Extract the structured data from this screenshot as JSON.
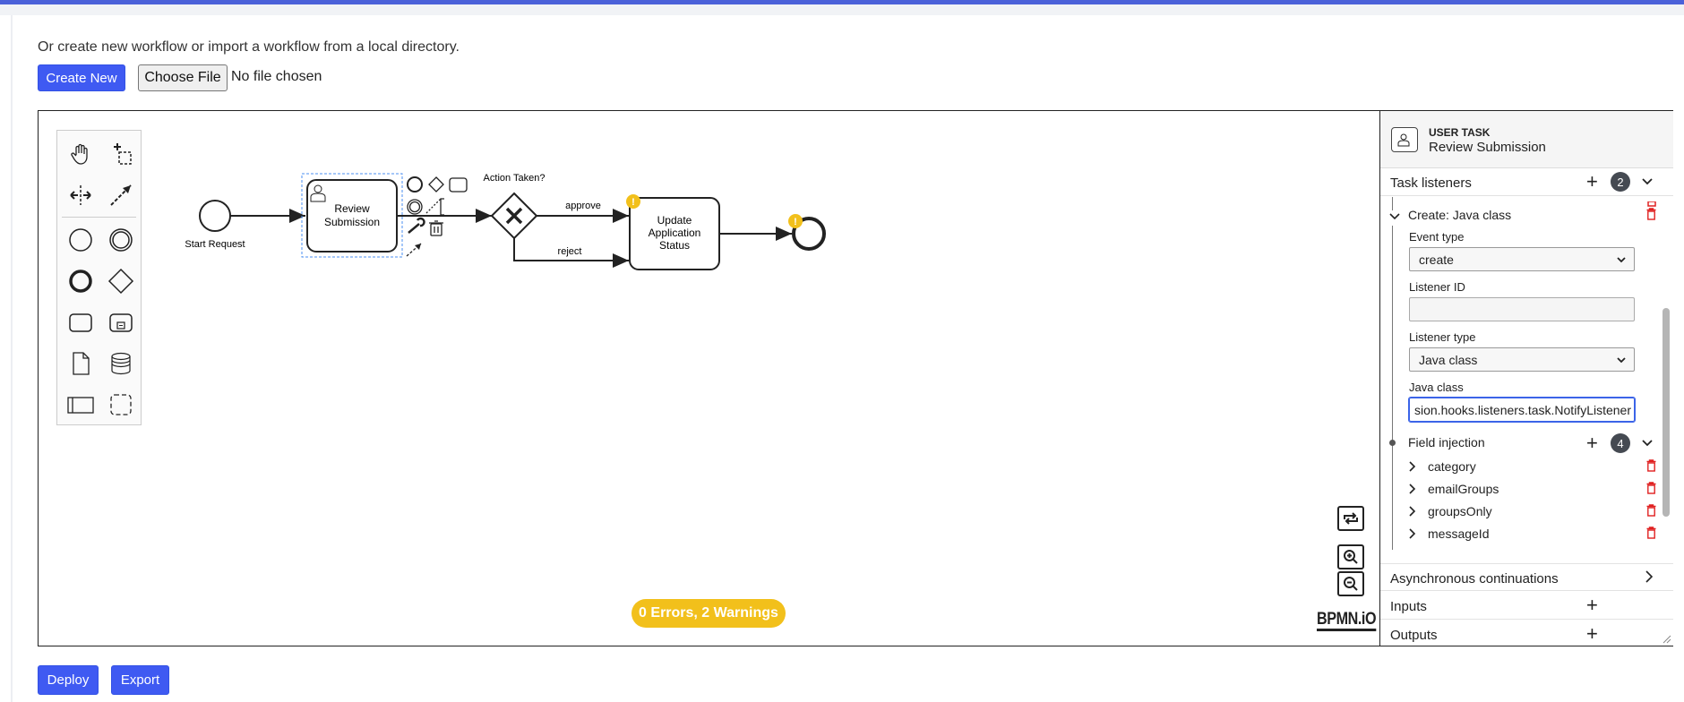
{
  "page": {
    "intro_text": "Or create new workflow or import a workflow from a local directory.",
    "create_new_label": "Create New",
    "choose_file_label": "Choose File",
    "file_status": "No file chosen",
    "deploy_label": "Deploy",
    "export_label": "Export",
    "accent_color": "#3f5af2"
  },
  "palette": {
    "tools": [
      "hand-tool",
      "lasso-tool",
      "space-tool",
      "global-connect-tool",
      "start-event",
      "intermediate-event",
      "end-event",
      "gateway",
      "task",
      "subprocess",
      "data-object",
      "data-store",
      "pool",
      "group"
    ]
  },
  "diagram": {
    "start_label": "Start Request",
    "task1_line1": "Review",
    "task1_line2": "Submission",
    "gateway_label": "Action Taken?",
    "approve_label": "approve",
    "reject_label": "reject",
    "task2_line1": "Update",
    "task2_line2": "Application",
    "task2_line3": "Status",
    "warning_marker": "!",
    "lint_status": "0 Errors, 2 Warnings",
    "lint_color": "#f2c01b",
    "logo": "BPMN.iO"
  },
  "properties": {
    "element_type": "USER TASK",
    "element_name": "Review Submission",
    "task_listeners_label": "Task listeners",
    "task_listeners_count": "2",
    "listener_title": "Create: Java class",
    "event_type_label": "Event type",
    "event_type_value": "create",
    "listener_id_label": "Listener ID",
    "listener_id_value": "",
    "listener_type_label": "Listener type",
    "listener_type_value": "Java class",
    "java_class_label": "Java class",
    "java_class_value": "sion.hooks.listeners.task.NotifyListener",
    "field_injection_label": "Field injection",
    "field_injection_count": "4",
    "fields": [
      "category",
      "emailGroups",
      "groupsOnly",
      "messageId"
    ],
    "async_label": "Asynchronous continuations",
    "inputs_label": "Inputs",
    "outputs_label": "Outputs"
  }
}
